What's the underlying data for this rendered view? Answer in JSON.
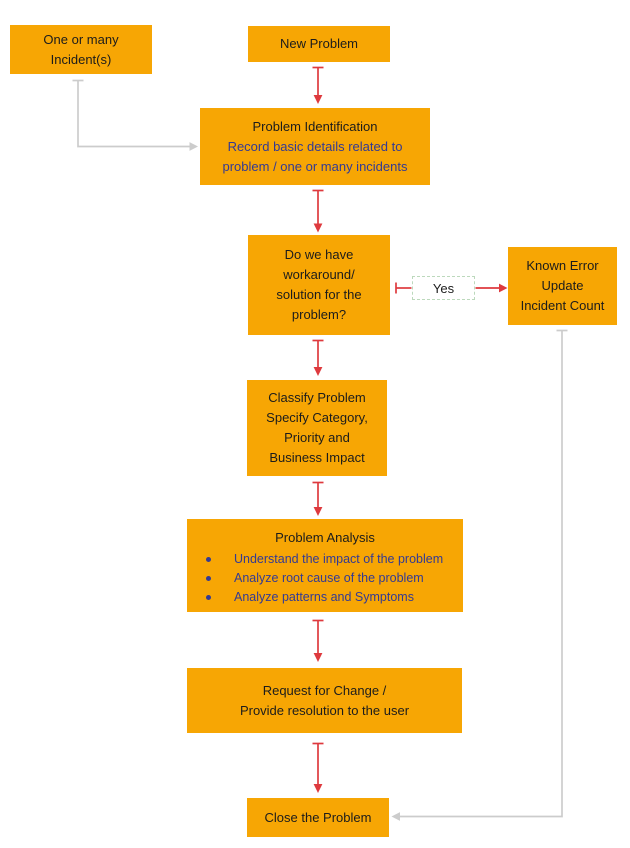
{
  "colors": {
    "node_fill": "#F7A604",
    "arrow_red": "#DE3A3E",
    "arrow_gray": "#CCCCCC",
    "text_dark": "#1C1C1C",
    "text_blue": "#333A94",
    "yes_border": "#BCD9BC"
  },
  "nodes": {
    "incidents": {
      "lines": [
        "One or many",
        "Incident(s)"
      ]
    },
    "new_problem": {
      "label": "New Problem"
    },
    "identification": {
      "title": "Problem Identification",
      "sub_lines": [
        "Record basic details related to",
        "problem / one or many incidents"
      ]
    },
    "workaround": {
      "lines": [
        "Do we have",
        "workaround/",
        "solution for the",
        "problem?"
      ]
    },
    "yes_label": {
      "label": "Yes"
    },
    "known_error": {
      "lines": [
        "Known Error",
        "Update",
        "Incident Count"
      ]
    },
    "classify": {
      "lines": [
        "Classify Problem",
        "Specify Category,",
        "Priority and",
        "Business Impact"
      ]
    },
    "analysis": {
      "title": "Problem Analysis",
      "bullets": [
        "Understand the impact of the problem",
        "Analyze root cause of the problem",
        "Analyze patterns and Symptoms"
      ]
    },
    "rfc": {
      "lines": [
        "Request for Change /",
        "Provide resolution to the user"
      ]
    },
    "close": {
      "label": "Close the Problem"
    }
  }
}
